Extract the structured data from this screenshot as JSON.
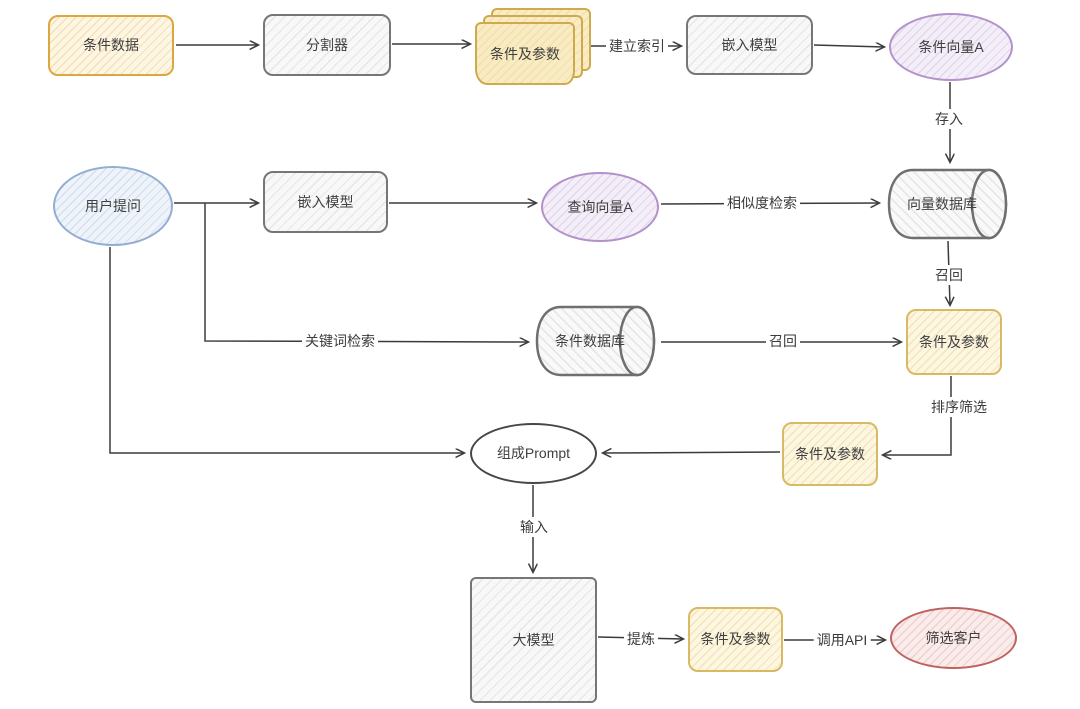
{
  "diagram": {
    "type": "flowchart",
    "style": "hand-drawn (excalidraw-like) RAG pipeline, chinese labels, white background",
    "nodes": {
      "condition_data": {
        "label": "条件数据",
        "shape": "rounded-rect",
        "color": "yellow"
      },
      "splitter": {
        "label": "分割器",
        "shape": "rounded-rect",
        "color": "gray"
      },
      "docs_params": {
        "label": "条件及参数",
        "shape": "document-stack",
        "color": "yellow"
      },
      "embed_model_top": {
        "label": "嵌入模型",
        "shape": "rounded-rect",
        "color": "gray"
      },
      "condition_vector_a": {
        "label": "条件向量A",
        "shape": "ellipse",
        "color": "purple"
      },
      "vector_db": {
        "label": "向量数据库",
        "shape": "cylinder",
        "color": "gray"
      },
      "user_question": {
        "label": "用户提问",
        "shape": "ellipse",
        "color": "blue"
      },
      "embed_model_mid": {
        "label": "嵌入模型",
        "shape": "rounded-rect",
        "color": "gray"
      },
      "query_vector_a": {
        "label": "查询向量A",
        "shape": "ellipse",
        "color": "purple"
      },
      "condition_db": {
        "label": "条件数据库",
        "shape": "cylinder",
        "color": "gray"
      },
      "params_recalled": {
        "label": "条件及参数",
        "shape": "rounded-rect",
        "color": "yellow"
      },
      "params_sorted": {
        "label": "条件及参数",
        "shape": "rounded-rect",
        "color": "yellow"
      },
      "compose_prompt": {
        "label": "组成Prompt",
        "shape": "ellipse",
        "color": "white"
      },
      "llm": {
        "label": "大模型",
        "shape": "square",
        "color": "gray"
      },
      "params_extracted": {
        "label": "条件及参数",
        "shape": "rounded-rect",
        "color": "yellow"
      },
      "filter_customers": {
        "label": "筛选客户",
        "shape": "ellipse",
        "color": "red"
      }
    },
    "edge_labels": {
      "build_index": "建立索引",
      "store": "存入",
      "keyword_search": "关键词检索",
      "similarity_search": "相似度检索",
      "recall_vector": "召回",
      "recall_keyword": "召回",
      "sort_filter": "排序筛选",
      "input": "输入",
      "extract": "提炼",
      "call_api": "调用API"
    },
    "colors": {
      "line": "#3b3b3b",
      "yellow_border": "#dca73e",
      "yellow_soft_border": "#d9b964",
      "yellow_fill": "#fdf6e4",
      "doc_border": "#cfa94d",
      "doc_fill": "#f9ecc3",
      "gray_border": "#767676",
      "gray_fill": "#f8f8f8",
      "blue_border": "#94add2",
      "blue_fill": "#eff4fa",
      "purple_border": "#b292ca",
      "purple_fill": "#f4eef8",
      "red_border": "#c06260",
      "red_fill": "#faeceb",
      "text": "#3f3f3f"
    }
  }
}
